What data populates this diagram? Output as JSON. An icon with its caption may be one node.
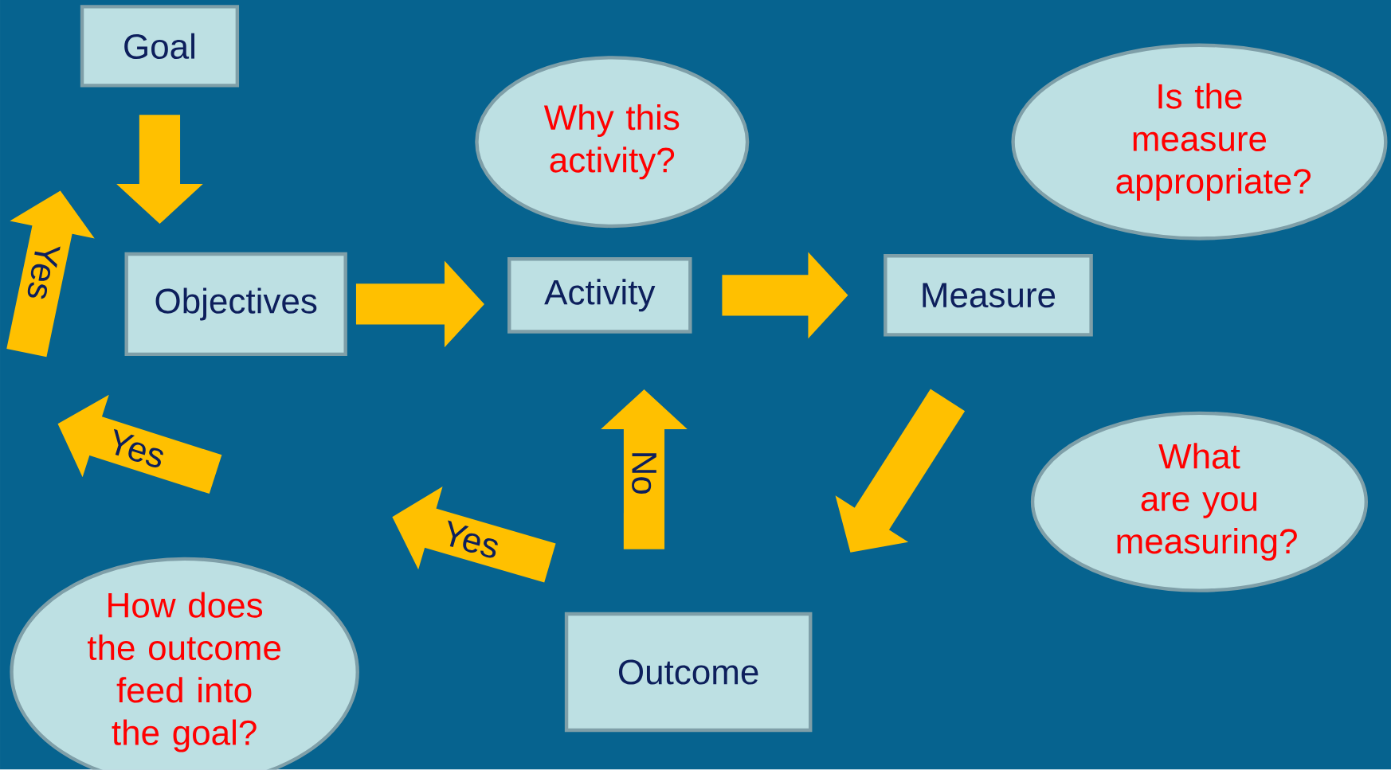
{
  "diagram": {
    "nodes": [
      {
        "text": [
          "Goal"
        ]
      },
      {
        "text": [
          "Objectives"
        ]
      },
      {
        "text": [
          "Activity"
        ]
      },
      {
        "text": [
          "Measure"
        ]
      },
      {
        "text": [
          "Outcome"
        ]
      },
      {
        "text": [
          "Why this activity?"
        ]
      },
      {
        "text": [
          "Is the measure appropriate?"
        ]
      },
      {
        "text": [
          "What are you measuring?"
        ]
      },
      {
        "text": [
          "How does the outcome feed into the goal?"
        ]
      }
    ],
    "edges": [
      {
        "from": 0,
        "to": 1,
        "arrow": "to"
      },
      {
        "from": 1,
        "to": 2,
        "arrow": "to"
      },
      {
        "from": 2,
        "to": 3,
        "arrow": "to"
      },
      {
        "from": 3,
        "to": 4,
        "arrow": "to"
      },
      {
        "from": 4,
        "to": 2,
        "arrow": "to",
        "label": "No"
      }
    ],
    "labels": [
      "Yes",
      "Yes",
      "Yes"
    ]
  }
}
